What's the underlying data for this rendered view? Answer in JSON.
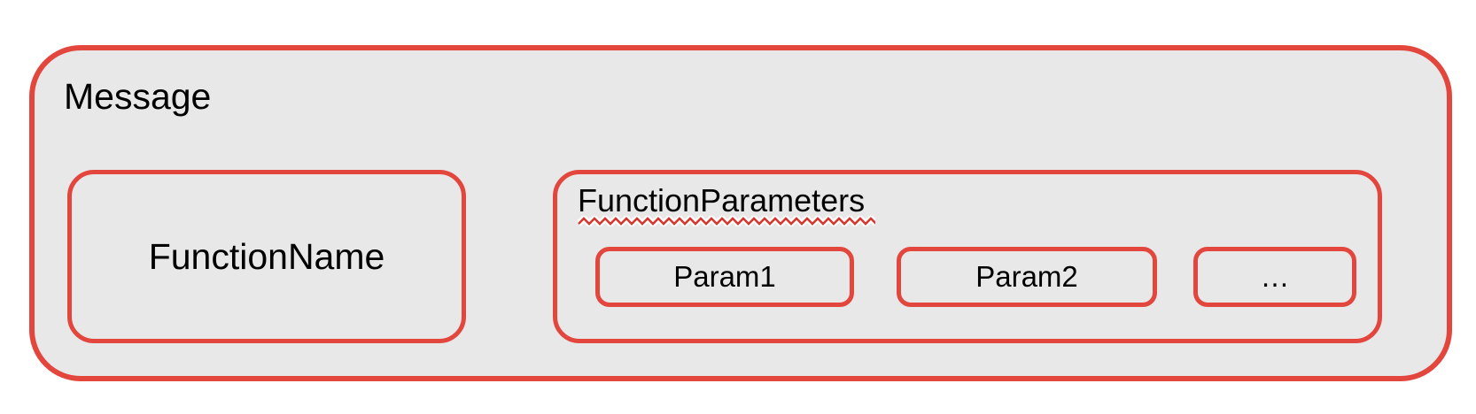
{
  "colors": {
    "box_border": "#e2463d",
    "squiggle_underline": "#d13a31",
    "box_fill": "#e8e8e8",
    "text": "#000000",
    "background": "#ffffff"
  },
  "message": {
    "label": "Message"
  },
  "function_name": {
    "label": "FunctionName"
  },
  "function_parameters": {
    "label": "FunctionParameters",
    "params": [
      "Param1",
      "Param2",
      "…"
    ]
  }
}
